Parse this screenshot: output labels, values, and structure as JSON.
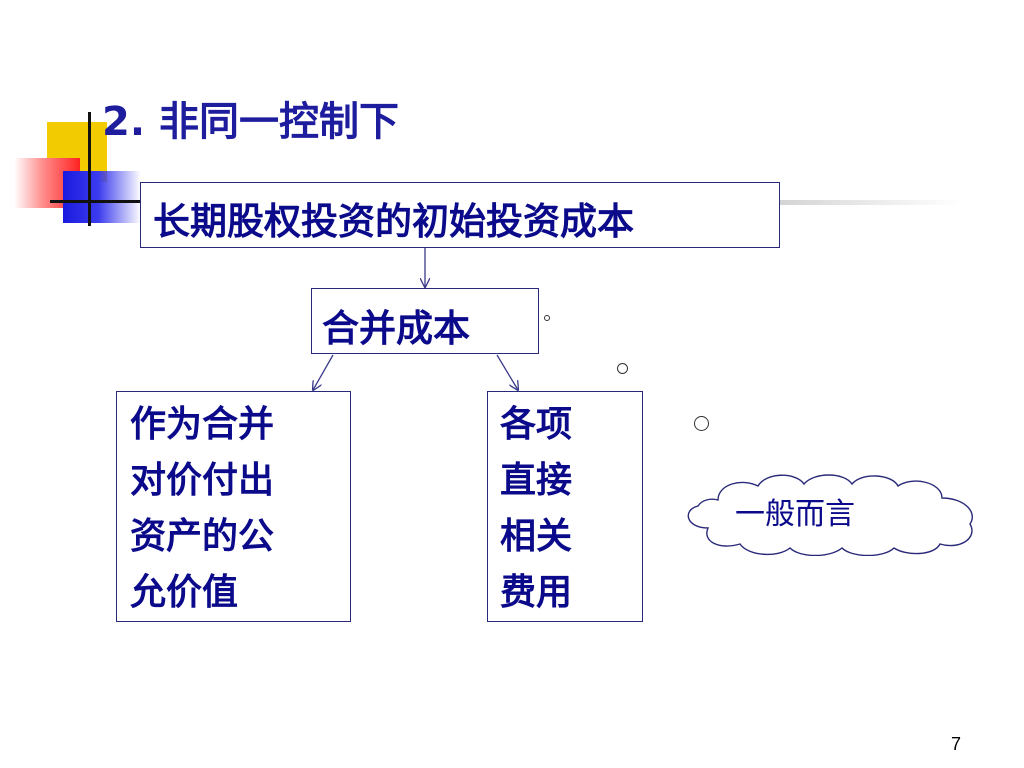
{
  "title": "2. 非同一控制下",
  "boxes": {
    "top": "长期股权投资的初始投资成本",
    "middle": "合并成本",
    "left_lines": [
      "作为合并",
      "对价付出",
      "资产的公",
      "允价值"
    ],
    "right_lines": [
      "各项",
      "直接",
      "相关",
      "费用"
    ]
  },
  "callout": "一般而言",
  "page_number": "7",
  "colors": {
    "text": "#0a0a8a",
    "title": "#1d1d9e",
    "border": "#2a2a7a"
  }
}
